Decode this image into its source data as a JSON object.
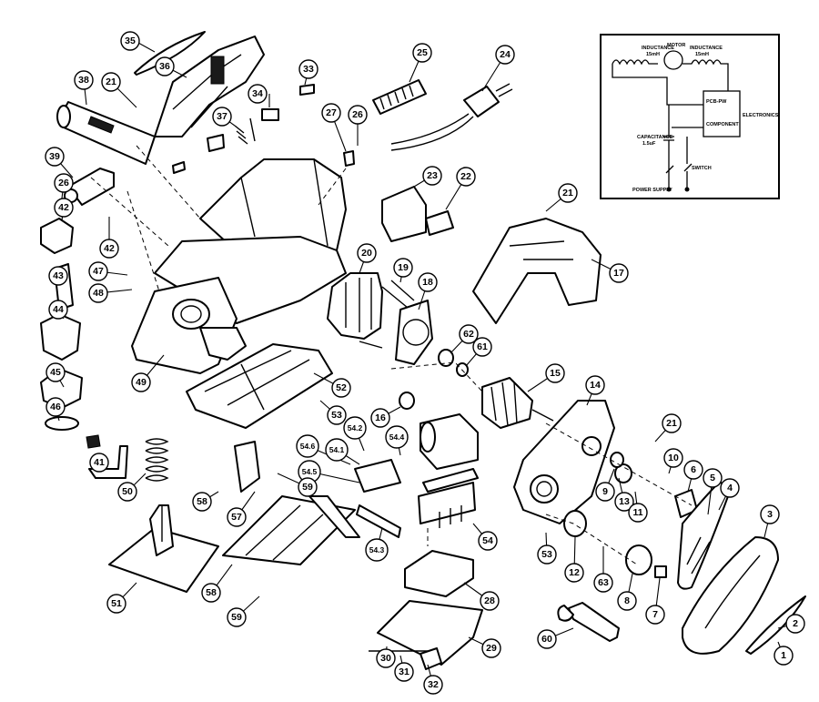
{
  "callouts": [
    {
      "id": "35",
      "label": "35"
    },
    {
      "id": "36",
      "label": "36"
    },
    {
      "id": "21a",
      "label": "21"
    },
    {
      "id": "38",
      "label": "38"
    },
    {
      "id": "33",
      "label": "33"
    },
    {
      "id": "34",
      "label": "34"
    },
    {
      "id": "37",
      "label": "37"
    },
    {
      "id": "27",
      "label": "27"
    },
    {
      "id": "26a",
      "label": "26"
    },
    {
      "id": "25",
      "label": "25"
    },
    {
      "id": "24",
      "label": "24"
    },
    {
      "id": "39",
      "label": "39"
    },
    {
      "id": "26b",
      "label": "26"
    },
    {
      "id": "42a",
      "label": "42"
    },
    {
      "id": "42b",
      "label": "42"
    },
    {
      "id": "23",
      "label": "23"
    },
    {
      "id": "22",
      "label": "22"
    },
    {
      "id": "21b",
      "label": "21"
    },
    {
      "id": "20",
      "label": "20"
    },
    {
      "id": "19",
      "label": "19"
    },
    {
      "id": "17",
      "label": "17"
    },
    {
      "id": "47",
      "label": "47"
    },
    {
      "id": "48",
      "label": "48"
    },
    {
      "id": "43",
      "label": "43"
    },
    {
      "id": "18",
      "label": "18"
    },
    {
      "id": "44",
      "label": "44"
    },
    {
      "id": "62",
      "label": "62"
    },
    {
      "id": "61",
      "label": "61"
    },
    {
      "id": "15",
      "label": "15"
    },
    {
      "id": "49",
      "label": "49"
    },
    {
      "id": "52",
      "label": "52"
    },
    {
      "id": "45",
      "label": "45"
    },
    {
      "id": "14",
      "label": "14"
    },
    {
      "id": "53a",
      "label": "53"
    },
    {
      "id": "46",
      "label": "46"
    },
    {
      "id": "16",
      "label": "16"
    },
    {
      "id": "542",
      "label": "54.2"
    },
    {
      "id": "544",
      "label": "54.4"
    },
    {
      "id": "21c",
      "label": "21"
    },
    {
      "id": "546",
      "label": "54.6"
    },
    {
      "id": "541",
      "label": "54.1"
    },
    {
      "id": "41",
      "label": "41"
    },
    {
      "id": "10",
      "label": "10"
    },
    {
      "id": "545",
      "label": "54.5"
    },
    {
      "id": "9",
      "label": "9"
    },
    {
      "id": "6",
      "label": "6"
    },
    {
      "id": "5",
      "label": "5"
    },
    {
      "id": "4",
      "label": "4"
    },
    {
      "id": "50",
      "label": "50"
    },
    {
      "id": "58a",
      "label": "58"
    },
    {
      "id": "59a",
      "label": "59"
    },
    {
      "id": "13",
      "label": "13"
    },
    {
      "id": "11",
      "label": "11"
    },
    {
      "id": "57",
      "label": "57"
    },
    {
      "id": "3",
      "label": "3"
    },
    {
      "id": "54",
      "label": "54"
    },
    {
      "id": "53b",
      "label": "53"
    },
    {
      "id": "543",
      "label": "54.3"
    },
    {
      "id": "12",
      "label": "12"
    },
    {
      "id": "63",
      "label": "63"
    },
    {
      "id": "8",
      "label": "8"
    },
    {
      "id": "51",
      "label": "51"
    },
    {
      "id": "58b",
      "label": "58"
    },
    {
      "id": "7",
      "label": "7"
    },
    {
      "id": "28",
      "label": "28"
    },
    {
      "id": "59b",
      "label": "59"
    },
    {
      "id": "2",
      "label": "2"
    },
    {
      "id": "60",
      "label": "60"
    },
    {
      "id": "29",
      "label": "29"
    },
    {
      "id": "1",
      "label": "1"
    },
    {
      "id": "30",
      "label": "30"
    },
    {
      "id": "31",
      "label": "31"
    },
    {
      "id": "32",
      "label": "32"
    }
  ],
  "schematic": {
    "motor": "MOTOR",
    "inductance_left": "INDUCTANCE",
    "inductance_left_value": "15mH",
    "inductance_right": "INDUCTANCE",
    "inductance_right_value": "15mH",
    "module_line1": "PCB-PW",
    "module_line2": "COMPONENT",
    "electronics": "ELECTRONICS",
    "capacitance": "CAPACITANCE",
    "capacitance_value": "1.5uF",
    "switch": "SWITCH",
    "power_supply": "POWER SUPPLY"
  }
}
